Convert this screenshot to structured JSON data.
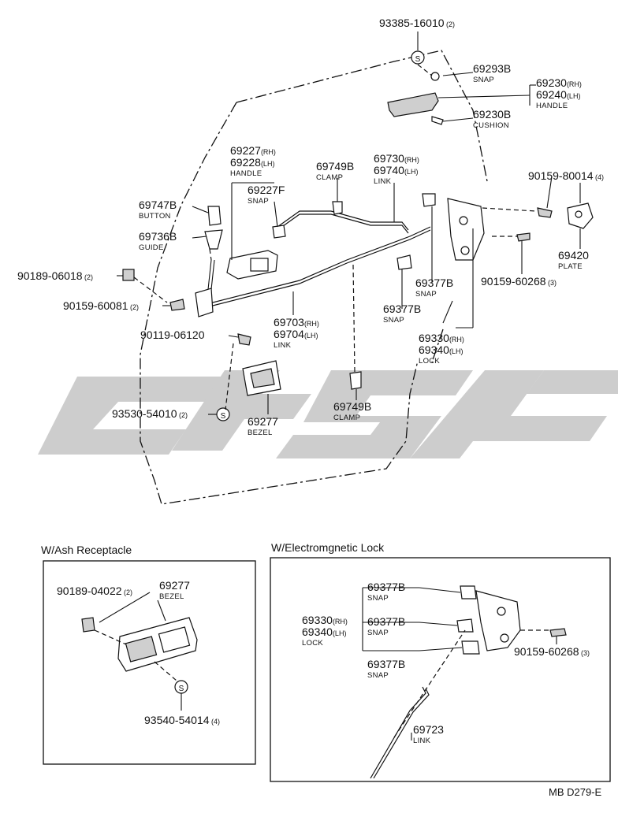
{
  "main": {
    "callouts": [
      {
        "id": "93385",
        "parts": [
          {
            "t": "93385-16010",
            "s": " (2)"
          }
        ],
        "names": []
      },
      {
        "id": "69293B",
        "parts": [
          {
            "t": "69293B",
            "s": ""
          }
        ],
        "names": [
          "SNAP"
        ]
      },
      {
        "id": "69230",
        "parts": [
          {
            "t": "69230",
            "s": "(RH)"
          },
          {
            "t": "69240",
            "s": "(LH)"
          }
        ],
        "names": [
          "HANDLE"
        ]
      },
      {
        "id": "69230B",
        "parts": [
          {
            "t": "69230B",
            "s": ""
          }
        ],
        "names": [
          "CUSHION"
        ]
      },
      {
        "id": "69227",
        "parts": [
          {
            "t": "69227",
            "s": "(RH)"
          },
          {
            "t": "69228",
            "s": "(LH)"
          }
        ],
        "names": [
          "HANDLE"
        ]
      },
      {
        "id": "69227F",
        "parts": [
          {
            "t": "69227F",
            "s": ""
          }
        ],
        "names": [
          "SNAP"
        ]
      },
      {
        "id": "69749B-top",
        "parts": [
          {
            "t": "69749B",
            "s": ""
          }
        ],
        "names": [
          "CLAMP"
        ]
      },
      {
        "id": "69730",
        "parts": [
          {
            "t": "69730",
            "s": "(RH)"
          },
          {
            "t": "69740",
            "s": "(LH)"
          }
        ],
        "names": [
          "LINK"
        ]
      },
      {
        "id": "90159-80014",
        "parts": [
          {
            "t": "90159-80014",
            "s": " (4)"
          }
        ],
        "names": []
      },
      {
        "id": "69747B",
        "parts": [
          {
            "t": "69747B",
            "s": ""
          }
        ],
        "names": [
          "BUTTON"
        ]
      },
      {
        "id": "69736B",
        "parts": [
          {
            "t": "69736B",
            "s": ""
          }
        ],
        "names": [
          "GUIDE"
        ]
      },
      {
        "id": "69420",
        "parts": [
          {
            "t": "69420",
            "s": ""
          }
        ],
        "names": [
          "PLATE"
        ]
      },
      {
        "id": "90189-06018",
        "parts": [
          {
            "t": "90189-06018",
            "s": " (2)"
          }
        ],
        "names": []
      },
      {
        "id": "90159-60268",
        "parts": [
          {
            "t": "90159-60268",
            "s": " (3)"
          }
        ],
        "names": []
      },
      {
        "id": "69377B-a",
        "parts": [
          {
            "t": "69377B",
            "s": ""
          }
        ],
        "names": [
          "SNAP"
        ]
      },
      {
        "id": "90159-60081",
        "parts": [
          {
            "t": "90159-60081",
            "s": " (2)"
          }
        ],
        "names": []
      },
      {
        "id": "69377B-b",
        "parts": [
          {
            "t": "69377B",
            "s": ""
          }
        ],
        "names": [
          "SNAP"
        ]
      },
      {
        "id": "69703",
        "parts": [
          {
            "t": "69703",
            "s": "(RH)"
          },
          {
            "t": "69704",
            "s": "(LH)"
          }
        ],
        "names": [
          "LINK"
        ]
      },
      {
        "id": "90119-06120",
        "parts": [
          {
            "t": "90119-06120",
            "s": ""
          }
        ],
        "names": []
      },
      {
        "id": "69330",
        "parts": [
          {
            "t": "69330",
            "s": "(RH)"
          },
          {
            "t": "69340",
            "s": "(LH)"
          }
        ],
        "names": [
          "LOCK"
        ]
      },
      {
        "id": "69749B-bot",
        "parts": [
          {
            "t": "69749B",
            "s": ""
          }
        ],
        "names": [
          "CLAMP"
        ]
      },
      {
        "id": "93530-54010",
        "parts": [
          {
            "t": "93530-54010",
            "s": " (2)"
          }
        ],
        "names": []
      },
      {
        "id": "69277",
        "parts": [
          {
            "t": "69277",
            "s": ""
          }
        ],
        "names": [
          "BEZEL"
        ]
      }
    ]
  },
  "ash_panel": {
    "title": "W/Ash Receptacle",
    "callouts": [
      {
        "id": "ash-90189",
        "parts": [
          {
            "t": "90189-04022",
            "s": " (2)"
          }
        ],
        "names": []
      },
      {
        "id": "ash-69277",
        "parts": [
          {
            "t": "69277",
            "s": ""
          }
        ],
        "names": [
          "BEZEL"
        ]
      },
      {
        "id": "ash-93540",
        "parts": [
          {
            "t": "93540-54014",
            "s": " (4)"
          }
        ],
        "names": []
      }
    ]
  },
  "elec_panel": {
    "title": "W/Electromgnetic Lock",
    "callouts": [
      {
        "id": "el-snap-1",
        "parts": [
          {
            "t": "69377B",
            "s": ""
          }
        ],
        "names": [
          "SNAP"
        ]
      },
      {
        "id": "el-lock",
        "parts": [
          {
            "t": "69330",
            "s": "(RH)"
          },
          {
            "t": "69340",
            "s": "(LH)"
          }
        ],
        "names": [
          "LOCK"
        ]
      },
      {
        "id": "el-snap-2",
        "parts": [
          {
            "t": "69377B",
            "s": ""
          }
        ],
        "names": [
          "SNAP"
        ]
      },
      {
        "id": "el-snap-3",
        "parts": [
          {
            "t": "69377B",
            "s": ""
          }
        ],
        "names": [
          "SNAP"
        ]
      },
      {
        "id": "el-90159",
        "parts": [
          {
            "t": "90159-60268",
            "s": " (3)"
          }
        ],
        "names": []
      },
      {
        "id": "el-69723",
        "parts": [
          {
            "t": "69723",
            "s": ""
          }
        ],
        "names": [
          "LINK"
        ]
      }
    ]
  },
  "footer": {
    "code": "MB D279-E"
  },
  "colors": {
    "ink": "#111111",
    "paper": "#ffffff",
    "watermark": "#c8c8c8"
  },
  "icons": {
    "screw_marker": "S"
  }
}
